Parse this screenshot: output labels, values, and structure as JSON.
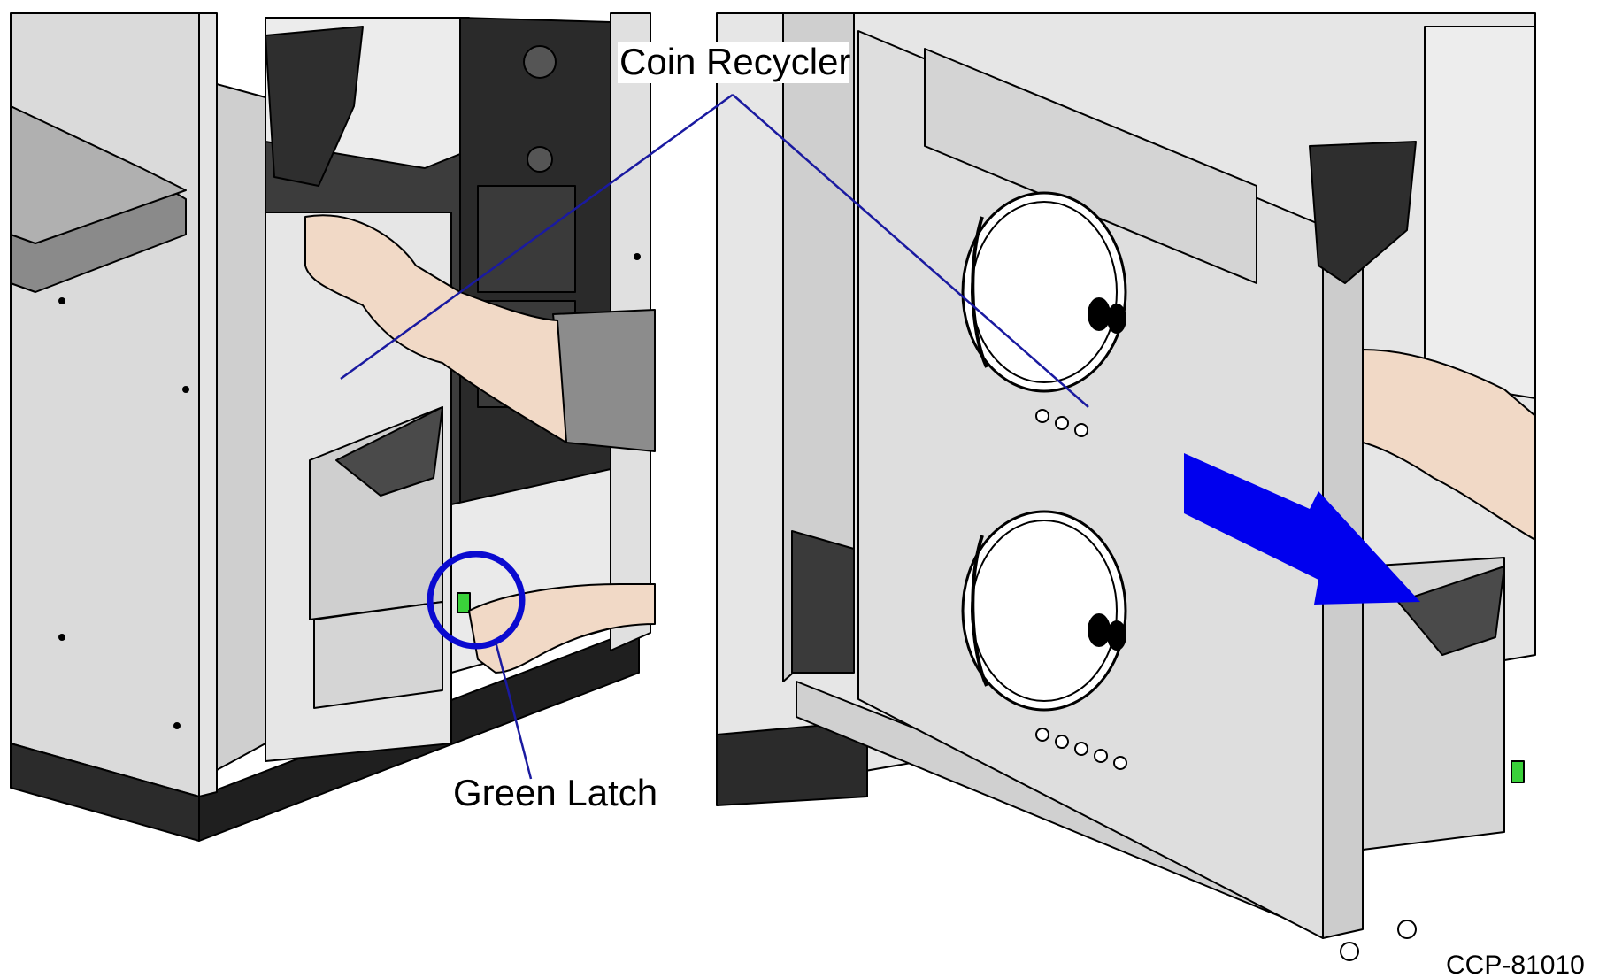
{
  "callouts": {
    "coin_recycler": "Coin Recycler",
    "green_latch": "Green Latch"
  },
  "figure_id": "CCP-81010",
  "colors": {
    "leader_line": "#1a1aa0",
    "highlight_circle": "#0a0ad0",
    "direction_arrow": "#0000ee",
    "latch_green": "#3ad13a",
    "panel_light": "#dcdcdc",
    "panel_mid": "#c8c8c8",
    "panel_dark": "#3a3a3a",
    "skin": "#f1d9c6",
    "sleeve": "#8c8c8c"
  },
  "icons": [
    "direction-arrow-icon",
    "highlight-circle-icon"
  ]
}
